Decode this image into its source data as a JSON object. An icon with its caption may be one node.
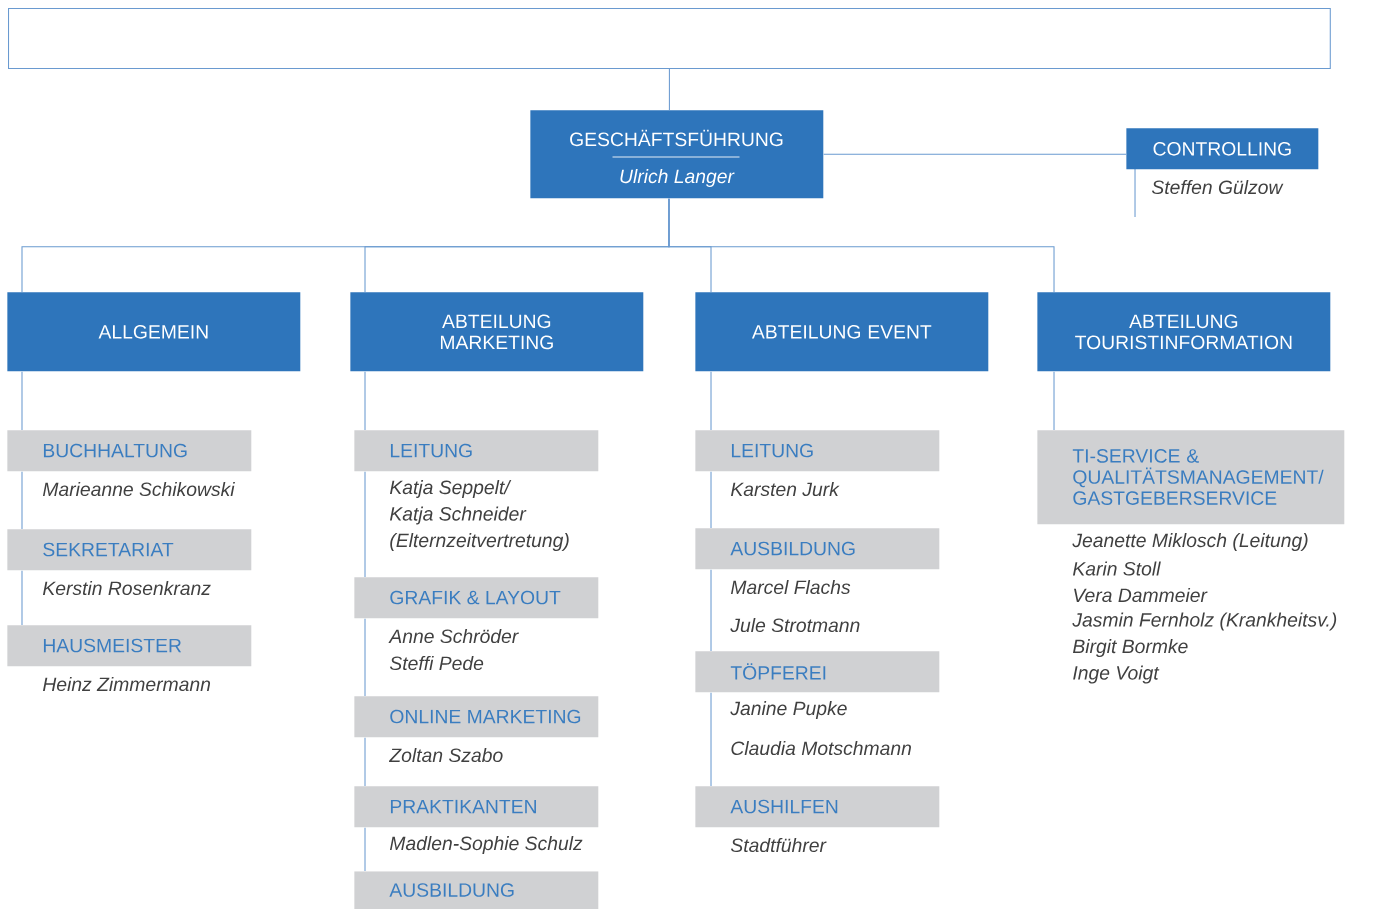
{
  "diagram": {
    "nodes": [
      {
        "text": [],
        "shape": "box"
      },
      {
        "text": [
          "GESCHÄFTSFÜHRUNG",
          "Ulrich Langer"
        ]
      },
      {
        "text": [
          "CONTROLLING"
        ],
        "beside": [
          "Steffen Gülzow"
        ]
      },
      {
        "text": [
          "ALLGEMEIN"
        ]
      },
      {
        "text": [
          "ABTEILUNG MARKETING"
        ]
      },
      {
        "text": [
          "ABTEILUNG EVENT"
        ]
      },
      {
        "text": [
          "ABTEILUNG TOURISTINFORMATION"
        ]
      },
      {
        "text": [
          "BUCHHALTUNG"
        ],
        "beside": [
          "Marieanne Schikowski"
        ]
      },
      {
        "text": [
          "SEKRETARIAT"
        ],
        "beside": [
          "Kerstin Rosenkranz"
        ]
      },
      {
        "text": [
          "HAUSMEISTER"
        ],
        "beside": [
          "Heinz Zimmermann"
        ]
      },
      {
        "text": [
          "LEITUNG"
        ],
        "beside": [
          "Katja Seppelt/",
          "Katja Schneider",
          "(Elternzeitvertretung)"
        ]
      },
      {
        "text": [
          "GRAFIK & LAYOUT"
        ],
        "beside": [
          "Anne Schröder",
          "Steffi Pede"
        ]
      },
      {
        "text": [
          "ONLINE MARKETING"
        ],
        "beside": [
          "Zoltan Szabo"
        ]
      },
      {
        "text": [
          "PRAKTIKANTEN"
        ],
        "beside": [
          "Madlen-Sophie Schulz"
        ]
      },
      {
        "text": [
          "AUSBILDUNG"
        ]
      },
      {
        "text": [
          "LEITUNG"
        ],
        "beside": [
          "Karsten Jurk"
        ]
      },
      {
        "text": [
          "AUSBILDUNG"
        ],
        "beside": [
          "Marcel Flachs",
          "Jule Strotmann"
        ]
      },
      {
        "text": [
          "TÖPFEREI"
        ],
        "beside": [
          "Janine Pupke",
          "Claudia Motschmann"
        ]
      },
      {
        "text": [
          "AUSHILFEN"
        ],
        "beside": [
          "Stadtführer"
        ]
      },
      {
        "text": [
          "TI-SERVICE & QUALITÄTSMANAGEMENT/ GASTGEBERSERVICE"
        ],
        "beside": [
          "Jeanette Miklosch (Leitung)",
          "Karin Stoll",
          "Vera Dammeier",
          "Jasmin Fernholz (Krankheitsv.)",
          "Birgit Bormke",
          "Inge Voigt"
        ]
      }
    ],
    "edges": [
      {
        "from": 0,
        "to": 1,
        "arrow": "none"
      },
      {
        "from": 1,
        "to": 2,
        "arrow": "none"
      },
      {
        "from": 1,
        "to": 3,
        "arrow": "none"
      },
      {
        "from": 1,
        "to": 4,
        "arrow": "none"
      },
      {
        "from": 1,
        "to": 5,
        "arrow": "none"
      },
      {
        "from": 1,
        "to": 6,
        "arrow": "none"
      },
      {
        "from": 3,
        "to": 7,
        "arrow": "none"
      },
      {
        "from": 7,
        "to": 8,
        "arrow": "none"
      },
      {
        "from": 8,
        "to": 9,
        "arrow": "none"
      },
      {
        "from": 4,
        "to": 10,
        "arrow": "none"
      },
      {
        "from": 10,
        "to": 11,
        "arrow": "none"
      },
      {
        "from": 11,
        "to": 12,
        "arrow": "none"
      },
      {
        "from": 12,
        "to": 13,
        "arrow": "none"
      },
      {
        "from": 13,
        "to": 14,
        "arrow": "none"
      },
      {
        "from": 5,
        "to": 15,
        "arrow": "none"
      },
      {
        "from": 15,
        "to": 16,
        "arrow": "none"
      },
      {
        "from": 16,
        "to": 17,
        "arrow": "none"
      },
      {
        "from": 17,
        "to": 18,
        "arrow": "none"
      },
      {
        "from": 6,
        "to": 19,
        "arrow": "none"
      }
    ]
  }
}
